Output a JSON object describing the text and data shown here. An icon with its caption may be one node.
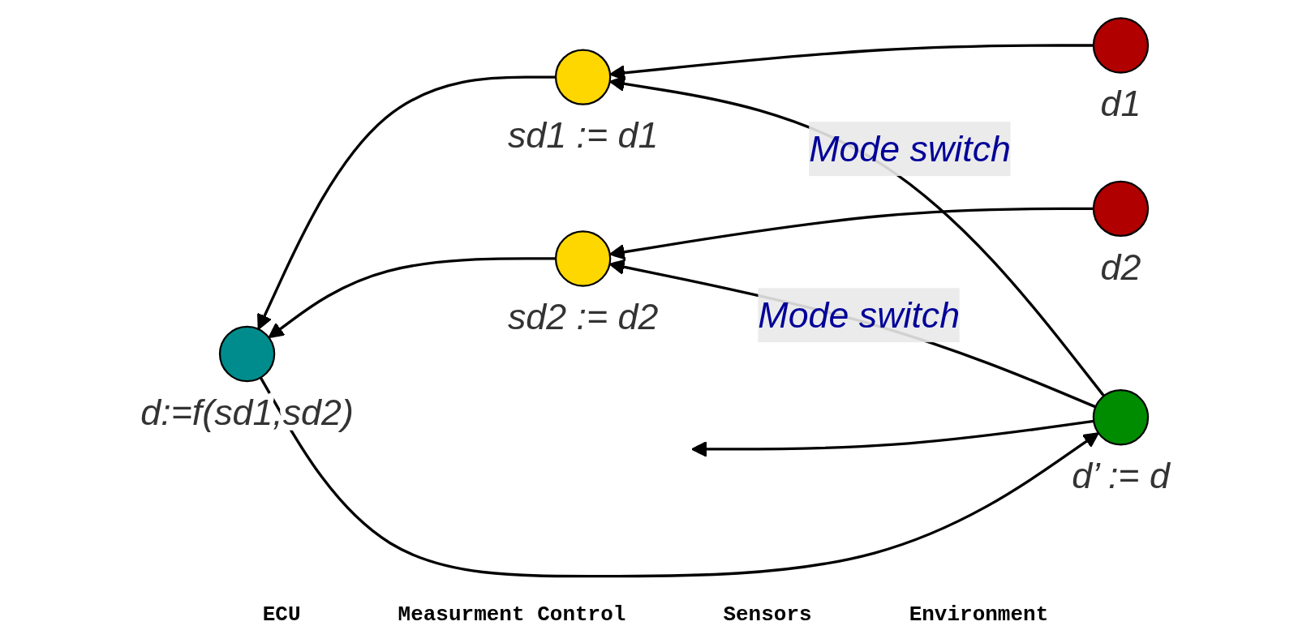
{
  "diagram": {
    "nodes": [
      {
        "text": [],
        "shape": "circle",
        "beside": [
          "d’ := d"
        ]
      },
      {
        "text": [],
        "shape": "circle",
        "beside": [
          "d:=f(sd1,sd2)"
        ]
      },
      {
        "text": [],
        "shape": "circle",
        "beside": [
          "sd1 := d1"
        ]
      },
      {
        "text": [],
        "shape": "circle",
        "beside": [
          "sd2 := d2"
        ]
      },
      {
        "text": [],
        "shape": "circle",
        "beside": [
          "d1"
        ]
      },
      {
        "text": [],
        "shape": "circle",
        "beside": [
          "d2"
        ]
      }
    ],
    "edges": [
      {
        "from": 4,
        "to": 2,
        "arrow": "to"
      },
      {
        "from": 5,
        "to": 3,
        "arrow": "to"
      },
      {
        "from": 2,
        "to": 1,
        "arrow": "to"
      },
      {
        "from": 3,
        "to": 1,
        "arrow": "to"
      },
      {
        "from": 1,
        "to": 0,
        "arrow": "to"
      },
      {
        "from": 0,
        "to": 2,
        "arrow": "to",
        "label": "Mode switch"
      },
      {
        "from": 0,
        "to": 3,
        "arrow": "to",
        "label": "Mode switch"
      },
      {
        "from": 0,
        "to": null,
        "arrow": "to"
      }
    ],
    "labels": [
      "ECU",
      "Measurment Control",
      "Sensors",
      "Environment"
    ]
  }
}
